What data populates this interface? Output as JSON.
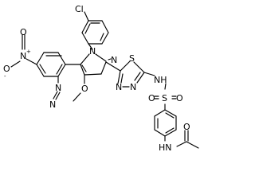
{
  "molecule": {
    "atom_labels": {
      "cl": "Cl",
      "n_pyrazole_1": "N",
      "n_pyrazole_2": "N",
      "o_methoxy": "O",
      "n_nitro": "N",
      "nitro_plus": "+",
      "o_nitro_minus": "O",
      "nitro_minus": "-",
      "o_nitro": "O",
      "azo_n1": "N",
      "azo_n2": "N",
      "s_thiadiazole": "S",
      "nh_sulfonamide": "NH",
      "n_thiadiazole_1": "N",
      "n_thiadiazole_2": "N",
      "s_sulfonyl": "S",
      "o_sulfonyl_1": "O",
      "o_sulfonyl_2": "O",
      "nh_amide": "HN",
      "o_amide": "O"
    }
  }
}
